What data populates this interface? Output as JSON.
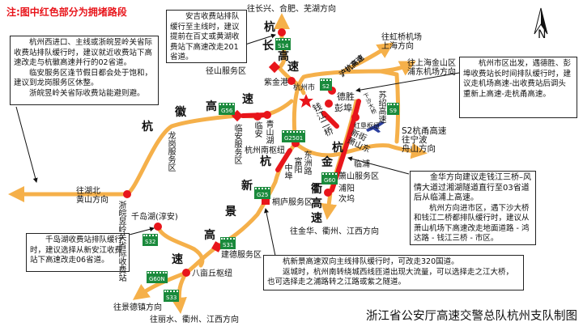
{
  "note": "注:图中红色部分为拥堵路段",
  "credit": "浙江省公安厅高速交警总队杭州支队制图",
  "compass": "N",
  "colors": {
    "road": "#f5b04a",
    "congestion": "#e8151b",
    "note": "#e8151b",
    "shield": "#1a8a3c",
    "airport": "#2b3f9e"
  },
  "boxes": {
    "west": [
      "杭州西进口、主线或浙皖昱岭关省际收费站排队缓行时，建议就近收费站下高速改走与杭徽高速并行的02省道。",
      "临安服务区逢节假日都会处于饱和，建议到龙岗服务区休整。",
      "浙皖昱岭关省际收费站能避则避。"
    ],
    "anji": [
      "安吉收费站排队缓行至主线时，建议提前在百丈或黄湖收费站下高速改走201省道。"
    ],
    "city": [
      "杭州市区出发，遇德胜、彭埠收费站长时间排队缓行时，建议走机场高速-出收费站后调头重新上高速-走杭甬高速。"
    ],
    "jinhua": [
      "金华方向建议走钱江三桥–风情大道过湘湖隧道直行至03省道后从临浦上高速。",
      "杭州方向进市区，遇下沙大桥和钱江二桥都排队缓行时，建议从萧山机场下高速改走地面道路 - 鸿达路 - 钱江三桥 - 市区。"
    ],
    "xinjing": [
      "杭新景高速双向主线排队缓行时，可改走320国道。",
      "返城时，杭州南转绕城西线匝道出现大流量，可以选择走之江大桥，也可选择走之浦路转之江路或紫之隧道。"
    ],
    "qiandao": [
      "千岛湖收费站排队缓行时，建议选择从新安江收费站下高速改走06省道。"
    ]
  },
  "places": {
    "to_changxing": "往长兴、合肥、芜湖方向",
    "jingshan": "径山服务区",
    "zijingang": "紫金港",
    "hangzhou": "杭州市",
    "to_hongqiao": "往虹桥机场\n上海方向",
    "to_jinshan": "往上海金山区\n浦东机场方向",
    "hushang": "沪杭高速",
    "desheng": "德胜",
    "pengbu": "彭埠",
    "qianjiang2": "钱江二桥",
    "xiasha": "下沙大桥",
    "hongken": "红垦枢纽",
    "sushao": "苏绍高速",
    "s2": "S2杭甬高速\n往宁波\n舟山方向",
    "xinjie": "新街\n萧山东",
    "linpu": "临浦",
    "xiaoshan_sa": "萧山服务区",
    "puyang": "浦阳",
    "ciwu": "次坞",
    "to_jinhua": "往金华、衢州、江西方向",
    "to_huangshan": "往湖北\n黄山方向",
    "yuling": "浙皖昱岭关省际收费站",
    "longgang": "龙岗服务区",
    "linan_sa": "临安服务区",
    "linan": "临安",
    "qingshanhu": "青山湖",
    "hznan": "杭州南枢纽",
    "dongzhou": "东洲路",
    "fuyang": "富阳",
    "zhongbu": "中埠",
    "tonglu": "桐庐服务区",
    "jiande": "建德服务区",
    "bamuqiu": "八亩丘枢纽",
    "qiandaohu": "千岛湖(淳安)",
    "to_jingdezhen": "往景德镇方向",
    "to_lishui": "往丽水、衢州、江西方向"
  },
  "roads": {
    "hangchang": [
      "杭",
      "长",
      "高",
      "速"
    ],
    "hanghui": [
      "杭",
      "徽",
      "高",
      "速"
    ],
    "hangjinqu": [
      "杭",
      "金",
      "衢",
      "高",
      "速"
    ],
    "hangxinjing": [
      "杭",
      "新",
      "景",
      "高",
      "速"
    ]
  },
  "shields": [
    "S14",
    "G56",
    "S2",
    "G2501",
    "G60",
    "G25",
    "S9",
    "S32",
    "S31",
    "G60N",
    "S33"
  ]
}
